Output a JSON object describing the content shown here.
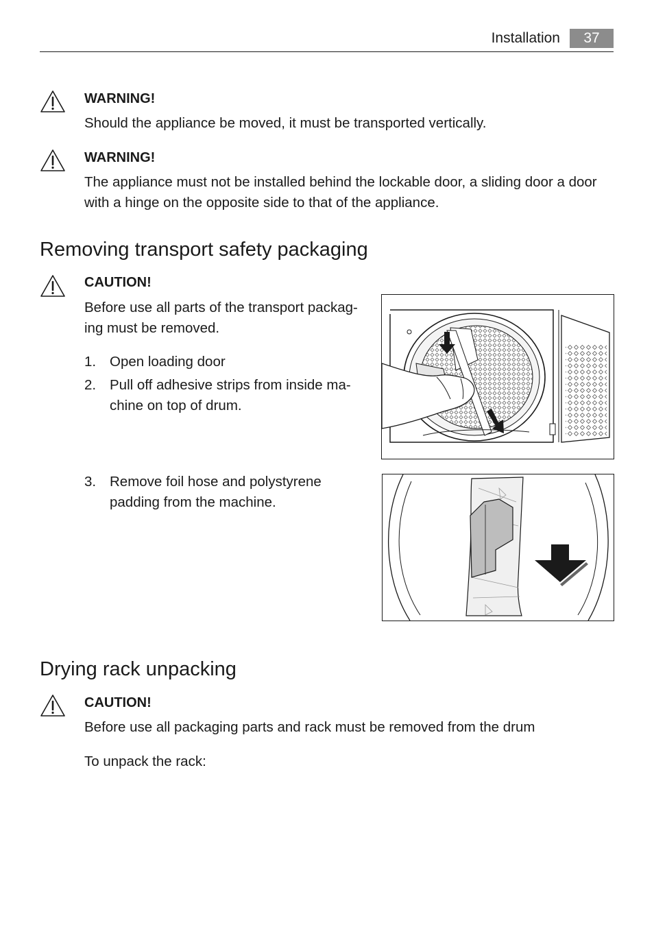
{
  "header": {
    "section": "Installation",
    "page_number": "37"
  },
  "warnings": [
    {
      "label": "WARNING!",
      "text": "Should the appliance be moved, it must be transported vertically."
    },
    {
      "label": "WARNING!",
      "text_lines": [
        "The appliance must not be installed behind the lockable door, a sliding door a door",
        "with a hinge on the opposite side to that of the appliance."
      ]
    }
  ],
  "section1": {
    "title": "Removing transport safety packaging",
    "caution": {
      "label": "CAUTION!",
      "text_lines": [
        "Before use all parts of the transport packag-",
        "ing must be removed."
      ]
    },
    "steps": [
      {
        "num": "1.",
        "lines": [
          "Open loading door"
        ]
      },
      {
        "num": "2.",
        "lines": [
          "Pull off adhesive strips from inside ma-",
          "chine on top of drum."
        ]
      },
      {
        "num": "3.",
        "lines": [
          "Remove foil hose and polystyrene",
          "padding from the machine."
        ]
      }
    ]
  },
  "section2": {
    "title": "Drying rack unpacking",
    "caution": {
      "label": "CAUTION!",
      "text": "Before use all packaging parts and rack must be removed from the drum"
    },
    "intro": "To unpack the rack:"
  }
}
